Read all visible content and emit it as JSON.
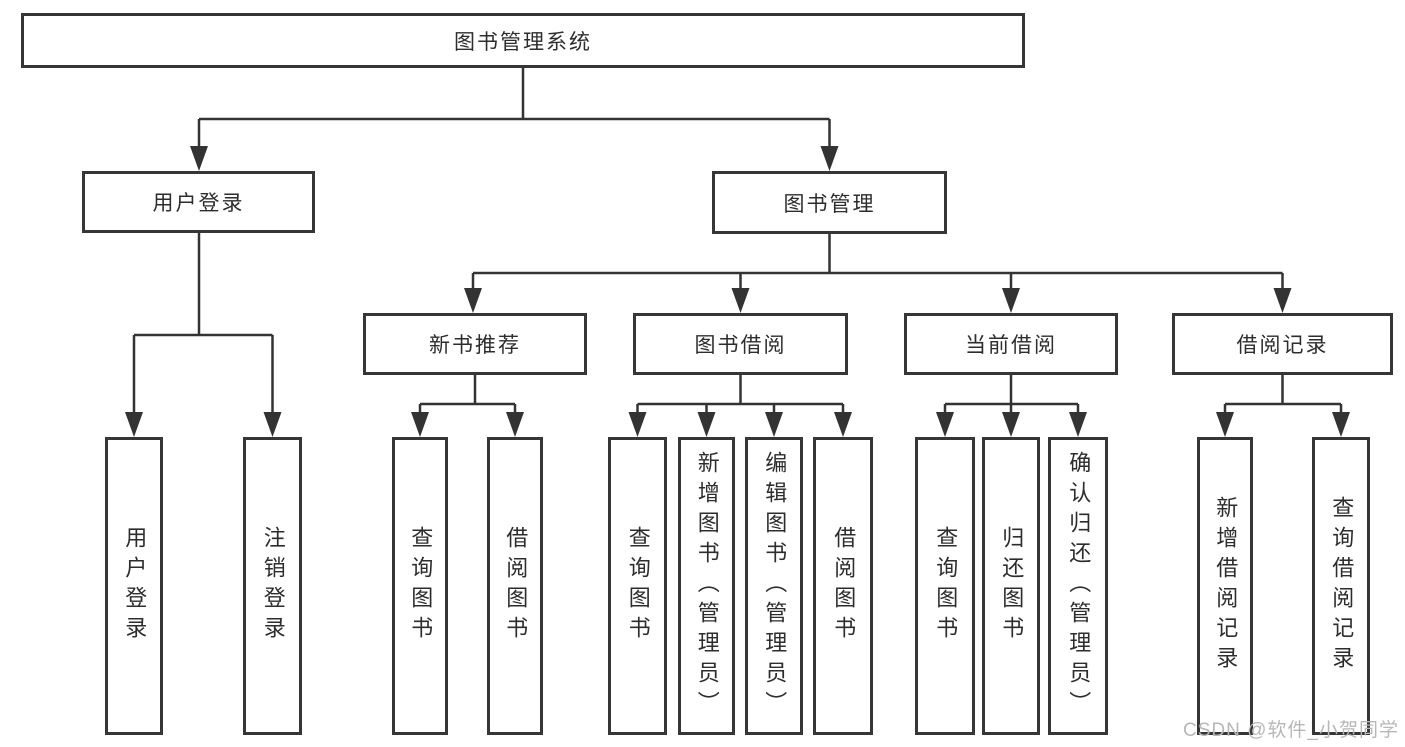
{
  "diagram": {
    "root": {
      "label": "图书管理系统"
    },
    "level2": [
      {
        "label": "用户登录"
      },
      {
        "label": "图书管理"
      }
    ],
    "level3": [
      {
        "label": "新书推荐"
      },
      {
        "label": "图书借阅"
      },
      {
        "label": "当前借阅"
      },
      {
        "label": "借阅记录"
      }
    ],
    "leaves": {
      "user_login": [
        {
          "label": "用户登录"
        },
        {
          "label": "注销登录"
        }
      ],
      "new_books": [
        {
          "label": "查询图书"
        },
        {
          "label": "借阅图书"
        }
      ],
      "book_borrow": [
        {
          "label": "查询图书"
        },
        {
          "label": "新增图书（管理员）"
        },
        {
          "label": "编辑图书（管理员）"
        },
        {
          "label": "借阅图书"
        }
      ],
      "current_borrow": [
        {
          "label": "查询图书"
        },
        {
          "label": "归还图书"
        },
        {
          "label": "确认归还（管理员）"
        }
      ],
      "borrow_records": [
        {
          "label": "新增借阅记录"
        },
        {
          "label": "查询借阅记录"
        }
      ]
    }
  },
  "watermark": {
    "text": "CSDN @软件_小贺同学"
  },
  "colors": {
    "line": "#333333",
    "box_border": "#363636",
    "text": "#2d2d2d",
    "watermark": "#b7b7b7",
    "background": "#ffffff"
  }
}
